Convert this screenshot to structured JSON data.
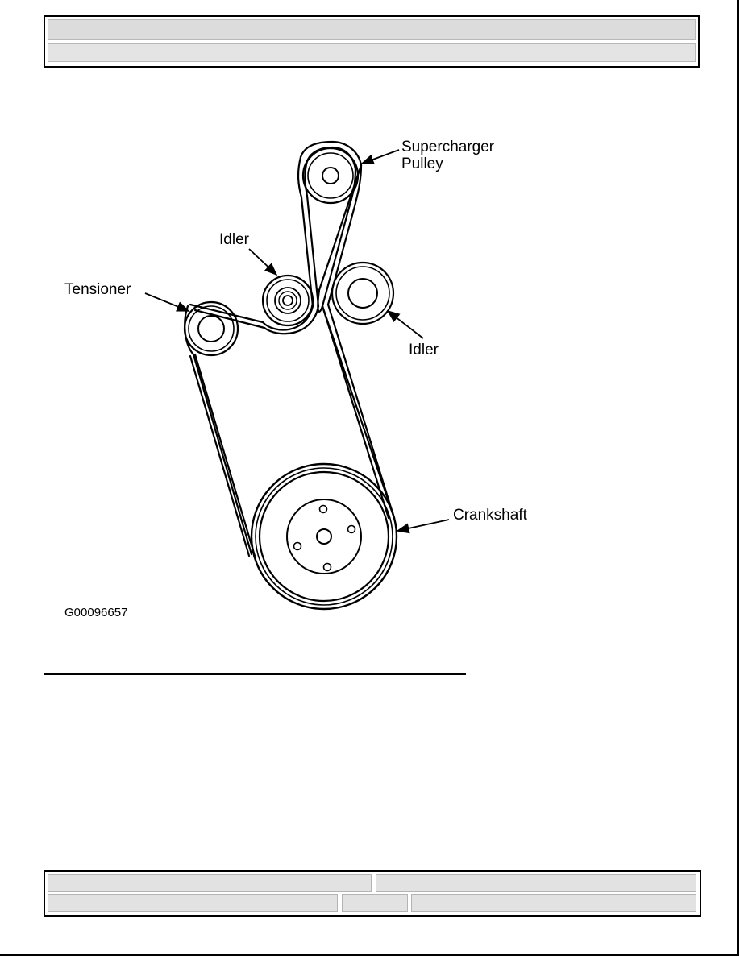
{
  "labels": {
    "supercharger": "Supercharger\nPulley",
    "idler_upper": "Idler",
    "tensioner": "Tensioner",
    "idler_right": "Idler",
    "crankshaft": "Crankshaft"
  },
  "figure_id": "G00096657"
}
